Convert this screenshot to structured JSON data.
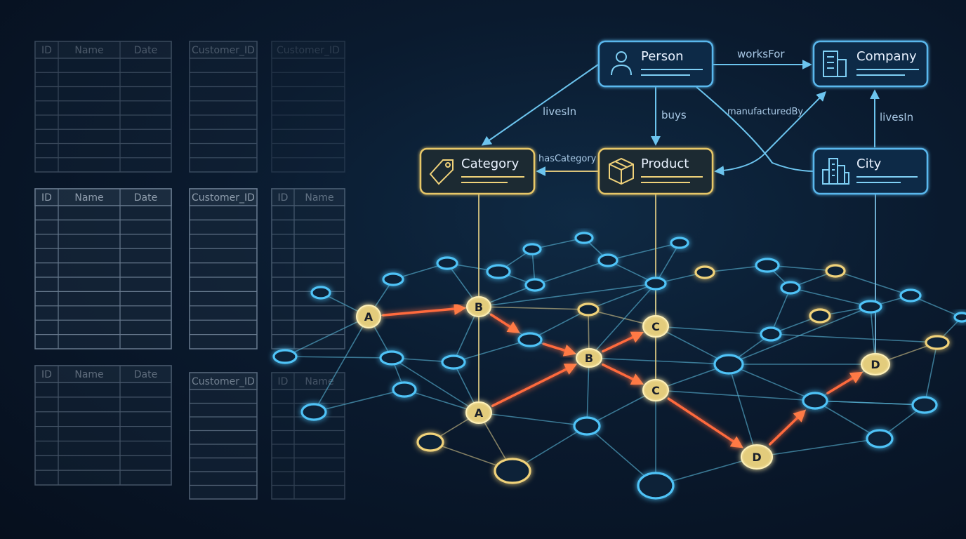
{
  "tables": [
    {
      "headers": [
        "ID",
        "Name",
        "Date"
      ],
      "opacity": 0.35
    },
    {
      "headers": [
        "Customer_ID"
      ],
      "opacity": 0.35
    },
    {
      "headers": [
        "Customer_ID"
      ],
      "opacity": 0.18
    },
    {
      "headers": [
        "ID",
        "Name",
        "Date"
      ],
      "opacity": 0.7
    },
    {
      "headers": [
        "Customer_ID"
      ],
      "opacity": 0.7
    },
    {
      "headers": [
        "ID",
        "Name"
      ],
      "opacity": 0.45
    },
    {
      "headers": [
        "ID",
        "Name",
        "Date"
      ],
      "opacity": 0.45
    },
    {
      "headers": [
        "Customer_ID"
      ],
      "opacity": 0.55
    },
    {
      "headers": [
        "ID",
        "Name"
      ],
      "opacity": 0.3
    }
  ],
  "entities": {
    "person": {
      "label": "Person",
      "icon": "person-icon",
      "color": "#5ab8ee"
    },
    "company": {
      "label": "Company",
      "icon": "building-icon",
      "color": "#5ab8ee"
    },
    "category": {
      "label": "Category",
      "icon": "tag-icon",
      "color": "#e8c868"
    },
    "product": {
      "label": "Product",
      "icon": "package-icon",
      "color": "#e8c868"
    },
    "city": {
      "label": "City",
      "icon": "city-icon",
      "color": "#5ab8ee"
    }
  },
  "relations": {
    "works_for": "worksFor",
    "lives_in_person": "livesIn",
    "buys": "buys",
    "manufactured_by": "manufacturedBy",
    "has_category": "hasCategory",
    "lives_in_city": "livesIn"
  },
  "nodes": {
    "a1": "A",
    "b1": "B",
    "b2": "B",
    "c1": "C",
    "c2": "C",
    "a2": "A",
    "d1": "D",
    "d2": "D"
  },
  "colors": {
    "blue": "#4fc3f7",
    "yellow": "#f0d27a",
    "path": "#ff6a3d",
    "background": "#0a1a2e"
  }
}
